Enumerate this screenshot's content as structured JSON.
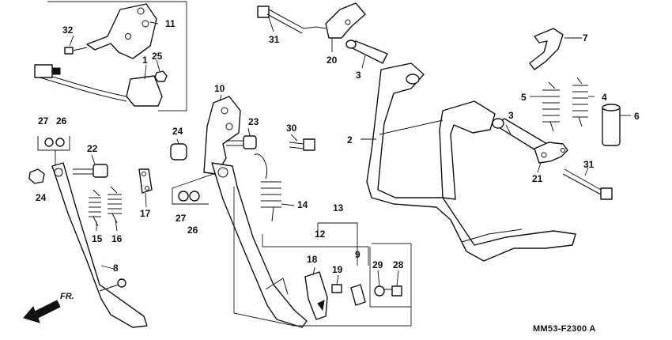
{
  "diagram": {
    "code": "MM53-F2300 A",
    "front_label": "FR.",
    "callouts": {
      "c1": "1",
      "c2": "2",
      "c3a": "3",
      "c3b": "3",
      "c4": "4",
      "c5": "5",
      "c6": "6",
      "c7": "7",
      "c8": "8",
      "c9": "9",
      "c10": "10",
      "c11": "11",
      "c12": "12",
      "c13": "13",
      "c14": "14",
      "c15": "15",
      "c16": "16",
      "c17": "17",
      "c18": "18",
      "c19": "19",
      "c20": "20",
      "c21": "21",
      "c22": "22",
      "c23": "23",
      "c24a": "24",
      "c24b": "24",
      "c25": "25",
      "c26a": "26",
      "c26b": "26",
      "c27a": "27",
      "c27b": "27",
      "c28": "28",
      "c29": "29",
      "c30": "30",
      "c31a": "31",
      "c31b": "31",
      "c32": "32"
    }
  }
}
